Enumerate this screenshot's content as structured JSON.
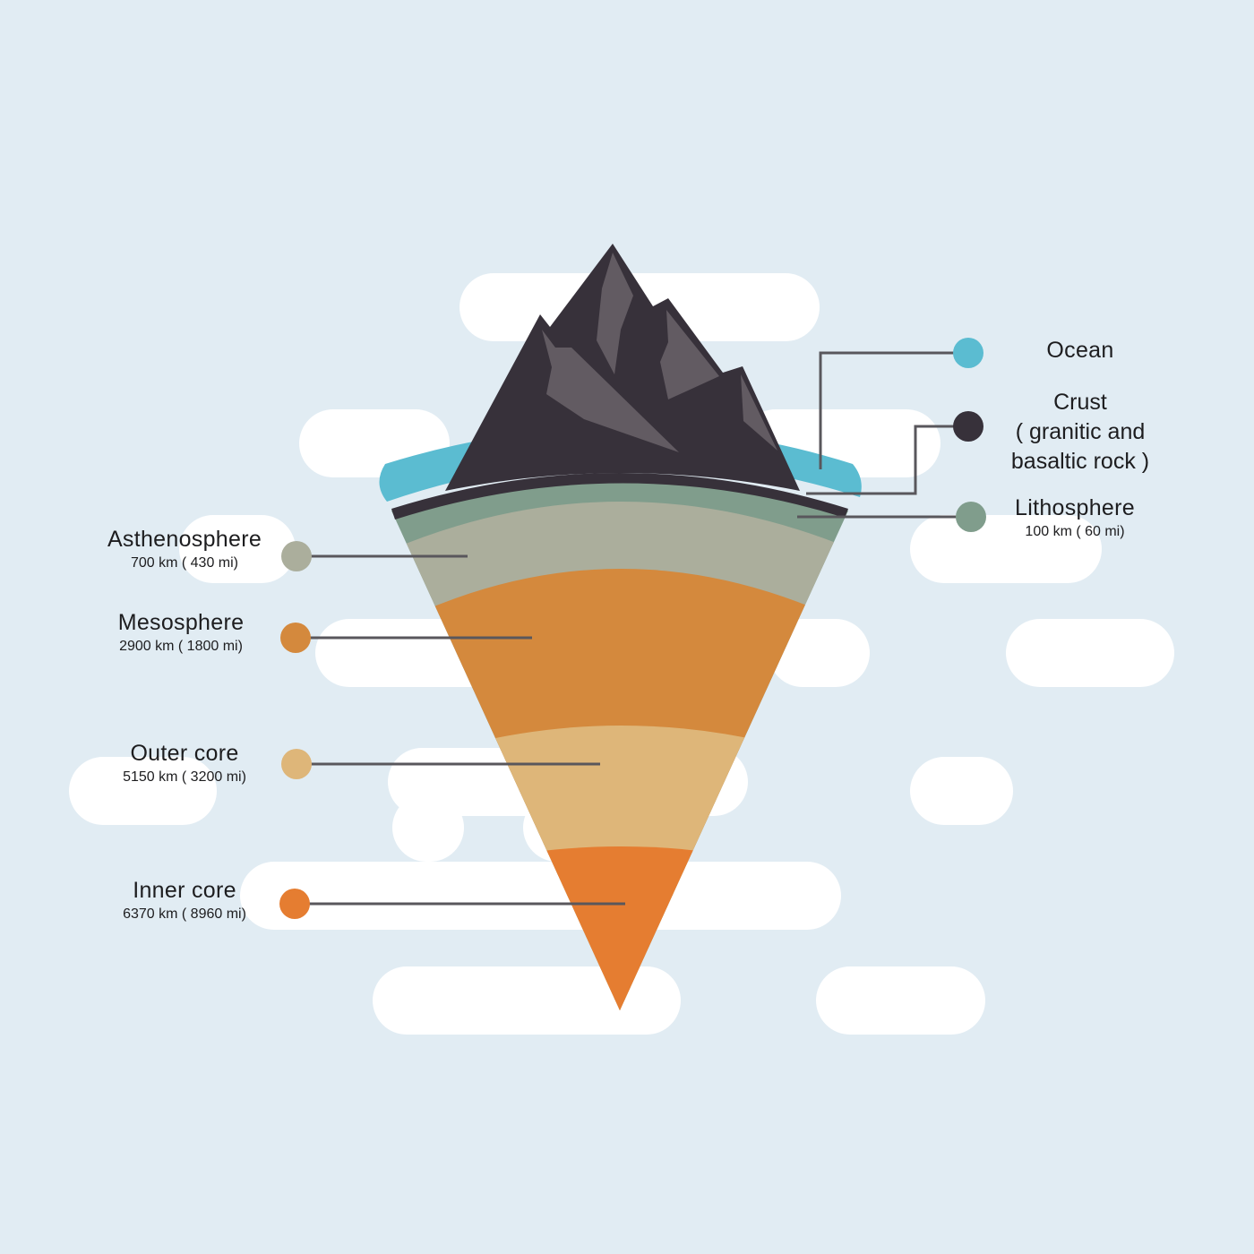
{
  "layers": {
    "ocean": {
      "name": "Ocean",
      "color": "#5bbcd1"
    },
    "crust": {
      "name": "Crust",
      "lines": [
        "( granitic and",
        "basaltic rock )"
      ],
      "color": "#37313a"
    },
    "lithosphere": {
      "name": "Lithosphere",
      "depth": "100 km ( 60 mi)",
      "color": "#809d8c"
    },
    "asthenosphere": {
      "name": "Asthenosphere",
      "depth": "700 km ( 430 mi)",
      "color": "#abae9c"
    },
    "mesosphere": {
      "name": "Mesosphere",
      "depth": "2900 km ( 1800 mi)",
      "color": "#d4893d"
    },
    "outer_core": {
      "name": "Outer core",
      "depth": "5150 km ( 3200 mi)",
      "color": "#deb679"
    },
    "inner_core": {
      "name": "Inner core",
      "depth": "6370 km ( 8960 mi)",
      "color": "#e57d31"
    }
  },
  "colors": {
    "background": "#e1ecf3",
    "cloud": "#ffffff",
    "rock_highlight": "#625b62",
    "leader_line": "#59575c"
  }
}
